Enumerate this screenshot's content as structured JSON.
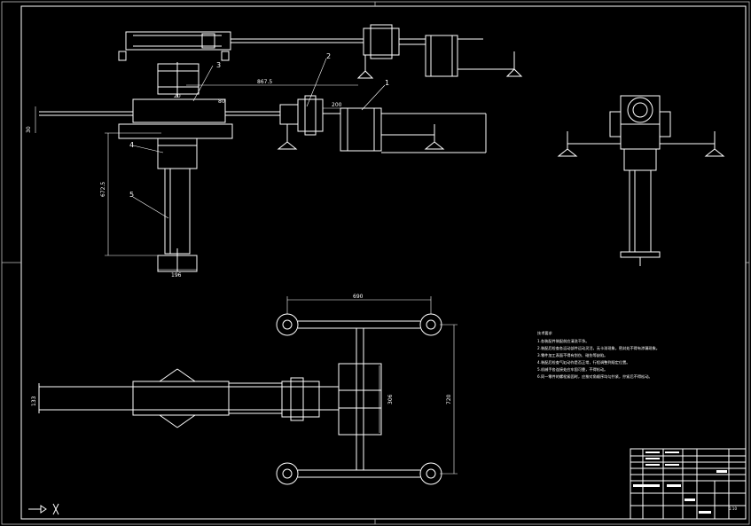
{
  "drawing": {
    "dimensions": {
      "d_867_5": "867.5",
      "d_200": "200",
      "d_30": "30",
      "d_20": "20",
      "d_80": "80",
      "d_672_5": "672.5",
      "d_196": "196",
      "d_690": "690",
      "d_306": "306",
      "d_720": "720",
      "d_133": "133"
    },
    "part_labels": [
      "1",
      "2",
      "3",
      "4",
      "5"
    ],
    "tech_notes_title": "技术要求",
    "tech_notes": [
      "1.各装配件装配前应清洗干净。",
      "2.装配后检查各运动部件运动灵活，无卡滞现象，密封处不得有渗漏现象。",
      "3.零件加工表面不得有划伤、碰伤等缺陷。",
      "4.装配后检查气缸动作是否正常，行程调整到规定位置。",
      "5.机械手各连接处应牢固可靠，不得松动。",
      "6.同一零件的螺栓紧固时，应按对角顺序均匀拧紧，拧紧后不得松动。"
    ],
    "title_block": {
      "scale": "1:10"
    }
  }
}
